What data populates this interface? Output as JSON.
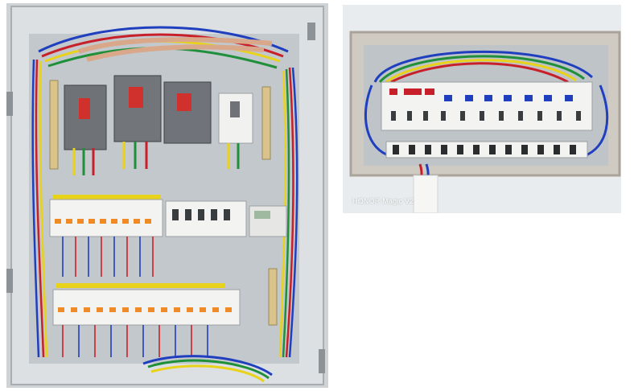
{
  "images": {
    "left": {
      "subject": "electrical-distribution-cabinet"
    },
    "right": {
      "subject": "wall-consumer-unit",
      "watermark": "HONOR Magic V2"
    }
  },
  "colors": {
    "cabinet_gray": "#d9dcdf",
    "backplate": "#c7cbcf",
    "wire_blue": "#1f3fbf",
    "wire_red": "#c8202a",
    "wire_yellow": "#e8d21a",
    "wire_green": "#1f8f3a",
    "breaker_white": "#f3f3f1",
    "breaker_orange": "#f08a24",
    "wall_white": "#eceff1"
  }
}
